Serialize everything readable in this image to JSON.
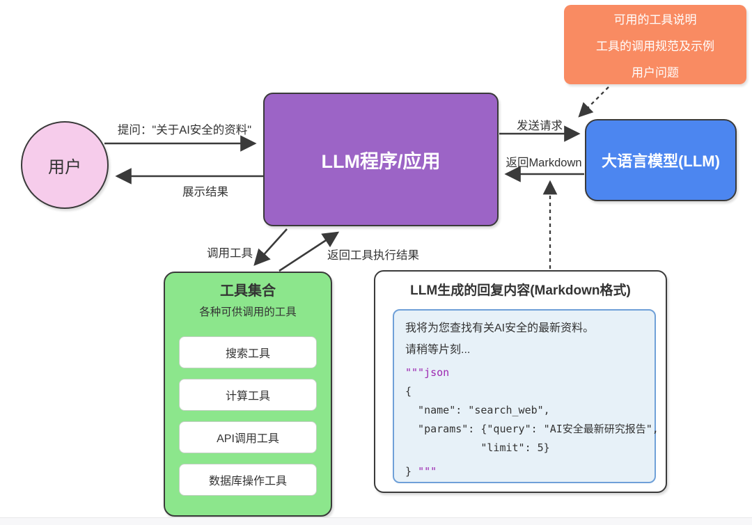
{
  "nodes": {
    "user": {
      "label": "用户"
    },
    "app": {
      "label": "LLM程序/应用"
    },
    "llm": {
      "label": "大语言模型(LLM)"
    },
    "note": {
      "lines": [
        "可用的工具说明",
        "工具的调用规范及示例",
        "用户问题"
      ]
    },
    "tools": {
      "title": "工具集合",
      "subtitle": "各种可供调用的工具",
      "items": [
        "搜索工具",
        "计算工具",
        "API调用工具",
        "数据库操作工具"
      ]
    },
    "response": {
      "title": "LLM生成的回复内容(Markdown格式)",
      "intro_lines": [
        "我将为您查找有关AI安全的最新资料。",
        "请稍等片刻..."
      ],
      "code": {
        "fence_open": "\"\"\"json",
        "lines": [
          "{",
          "  \"name\": \"search_web\",",
          "  \"params\": {\"query\": \"AI安全最新研究报告\",",
          "            \"limit\": 5}"
        ],
        "close_brace": "} ",
        "fence_close": "\"\"\""
      }
    }
  },
  "edges": {
    "ask": "提问：\"关于AI安全的资料\"",
    "show_result": "展示结果",
    "send_request": "发送请求",
    "return_markdown": "返回Markdown",
    "call_tools": "调用工具",
    "tool_results": "返回工具执行结果"
  },
  "colors": {
    "user_fill": "#F6CCEB",
    "app_fill": "#9C64C6",
    "llm_fill": "#4C86F0",
    "note_fill": "#F98B62",
    "tools_fill": "#8CE68C",
    "tool_item_fill": "#FFFFFF",
    "code_bg": "#E7F1F8",
    "code_border": "#6FA0D8",
    "code_fence": "#9C27B0",
    "stroke": "#3A3A3A"
  }
}
